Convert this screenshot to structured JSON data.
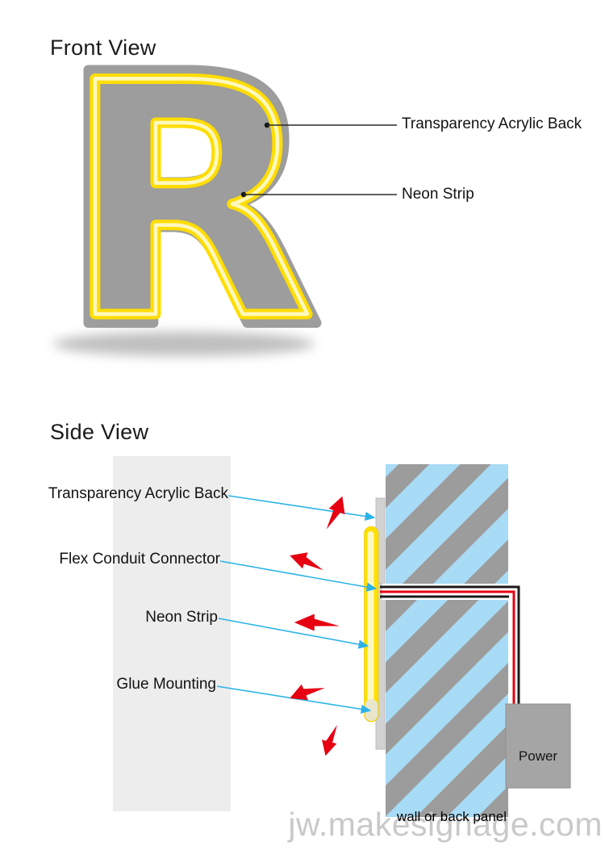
{
  "front_view": {
    "title": "Front View",
    "letter": "R",
    "callouts": [
      {
        "label": "Transparency Acrylic Back"
      },
      {
        "label": "Neon Strip"
      }
    ]
  },
  "side_view": {
    "title": "Side View",
    "callouts": [
      {
        "label": "Transparency Acrylic Back"
      },
      {
        "label": "Flex Conduit Connector"
      },
      {
        "label": "Neon Strip"
      },
      {
        "label": "Glue Mounting"
      }
    ],
    "power_box_label": "Power",
    "wall_caption": "wall or back panel"
  },
  "watermark": "jw.makesignage.com",
  "colors": {
    "acrylic_gray": "#9d9d9d",
    "neon_yellow": "#ffdd00",
    "neon_highlight": "#fff8bd",
    "wall_blue": "#a8dbf5",
    "stripe_gray": "#9c9c9c",
    "callout_cyan": "#2bb3e8",
    "arrow_red": "#e60012",
    "wire_black": "#1a1a1a",
    "power_box_gray": "#a5a5a5",
    "watermark_gray": "#c9c9c9"
  }
}
